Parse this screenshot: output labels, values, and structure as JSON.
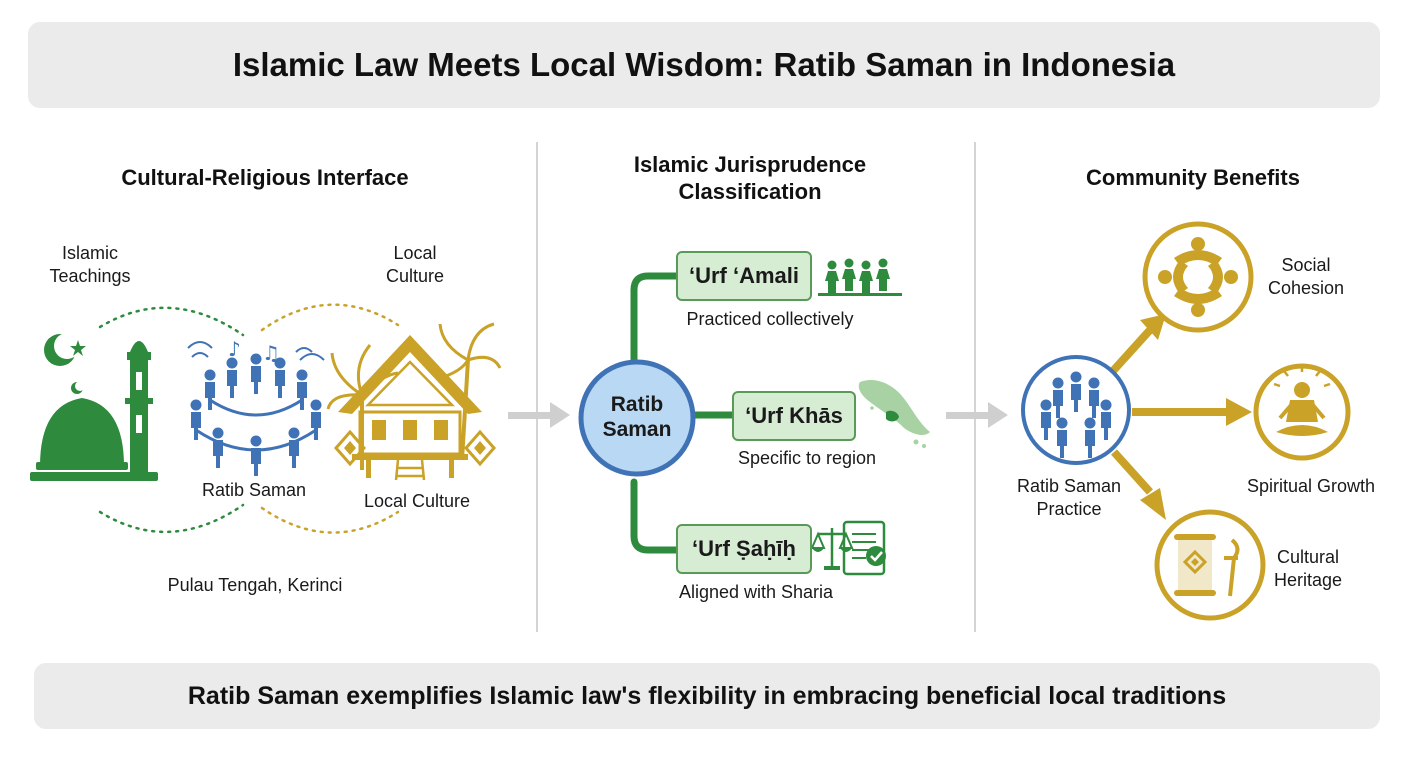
{
  "title": "Islamic Law Meets Local Wisdom: Ratib Saman in Indonesia",
  "footer": "Ratib Saman exemplifies Islamic law's flexibility in embracing beneficial local traditions",
  "left": {
    "heading": "Cultural-Religious Interface",
    "islamic_label_1": "Islamic",
    "islamic_label_2": "Teachings",
    "culture_label_1": "Local",
    "culture_label_2": "Culture",
    "ratib_label": "Ratib Saman",
    "culture_bottom_label": "Local Culture",
    "location": "Pulau Tengah, Kerinci"
  },
  "middle": {
    "heading_1": "Islamic Jurisprudence",
    "heading_2": "Classification",
    "center_1": "Ratib",
    "center_2": "Saman",
    "items": [
      {
        "term": "‘Urf ‘Amali",
        "desc": "Practiced collectively"
      },
      {
        "term": "‘Urf Khās",
        "desc": "Specific to region"
      },
      {
        "term": "‘Urf Ṣaḥīḥ",
        "desc": "Aligned with Sharia"
      }
    ]
  },
  "right": {
    "heading": "Community Benefits",
    "practice_1": "Ratib Saman",
    "practice_2": "Practice",
    "benefits": [
      {
        "line1": "Social",
        "line2": "Cohesion"
      },
      {
        "line1": "Spiritual Growth",
        "line2": ""
      },
      {
        "line1": "Cultural",
        "line2": "Heritage"
      }
    ]
  },
  "colors": {
    "green": "#2e8b3e",
    "blue": "#3f73b5",
    "gold": "#c9a227",
    "banner": "#ebebeb"
  }
}
